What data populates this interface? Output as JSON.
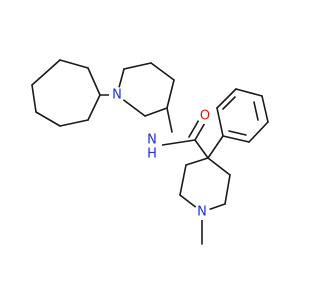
{
  "structure": {
    "atom_labels": {
      "n_piperidine_1": "N",
      "n_amide": "N",
      "h_amide": "H",
      "o_carbonyl": "O",
      "n_piperidine_2": "N"
    },
    "colors": {
      "bond": "#1a1a1a",
      "nitrogen": "#1f2fd6",
      "oxygen": "#e0190f",
      "background": "#ffffff"
    }
  }
}
